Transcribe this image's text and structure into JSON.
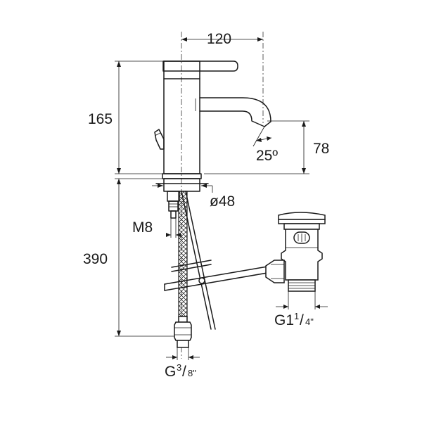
{
  "drawing": {
    "dimensions": {
      "top_width": "120",
      "body_height": "165",
      "spout_height": "78",
      "spout_angle": "25º",
      "base_diameter": "ø48",
      "stud_thread": "M8",
      "below_counter": "390",
      "waste_thread_main": "G1",
      "waste_thread_frac_num": "1",
      "waste_thread_frac_den": "4\"",
      "hose_thread_main": "G",
      "hose_thread_frac_num": "3",
      "hose_thread_frac_den": "8\""
    }
  }
}
